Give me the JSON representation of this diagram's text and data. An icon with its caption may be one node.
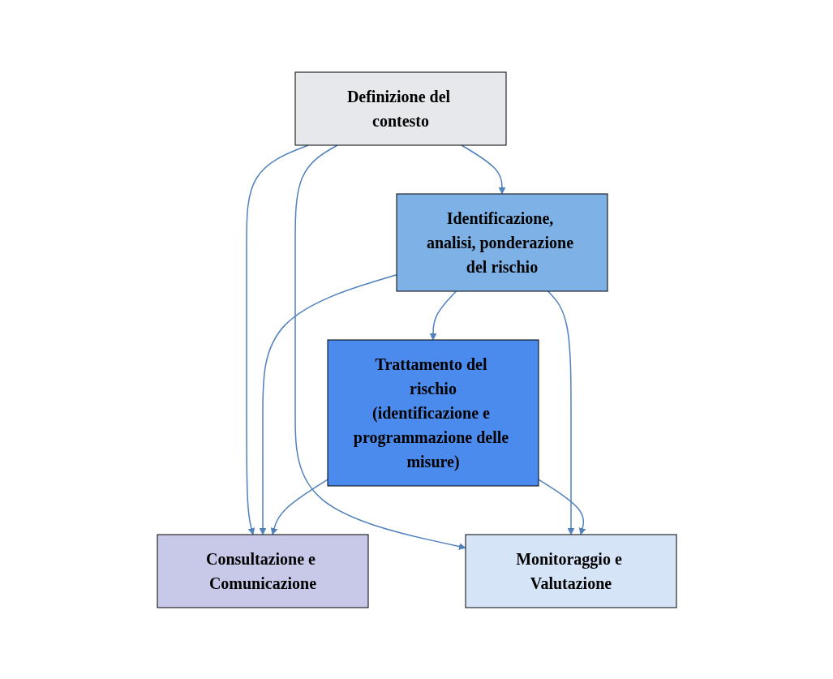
{
  "diagram": {
    "nodes": [
      {
        "text": [
          "Definizione del contesto"
        ]
      },
      {
        "text": [
          "Identificazione, analisi, ponderazione del rischio"
        ]
      },
      {
        "text": [
          "Trattamento del rischio",
          "(identificazione e programmazione delle misure)"
        ]
      },
      {
        "text": [
          "Consultazione e Comunicazione"
        ]
      },
      {
        "text": [
          "Monitoraggio e Valutazione"
        ]
      }
    ],
    "edges": [
      {
        "from": 0,
        "to": 3,
        "arrow": "to"
      },
      {
        "from": 0,
        "to": 4,
        "arrow": "to"
      },
      {
        "from": 0,
        "to": 1,
        "arrow": "to"
      },
      {
        "from": 1,
        "to": 3,
        "arrow": "to"
      },
      {
        "from": 1,
        "to": 4,
        "arrow": "to"
      },
      {
        "from": 1,
        "to": 2,
        "arrow": "to"
      },
      {
        "from": 2,
        "to": 3,
        "arrow": "to"
      },
      {
        "from": 2,
        "to": 4,
        "arrow": "to"
      }
    ]
  }
}
